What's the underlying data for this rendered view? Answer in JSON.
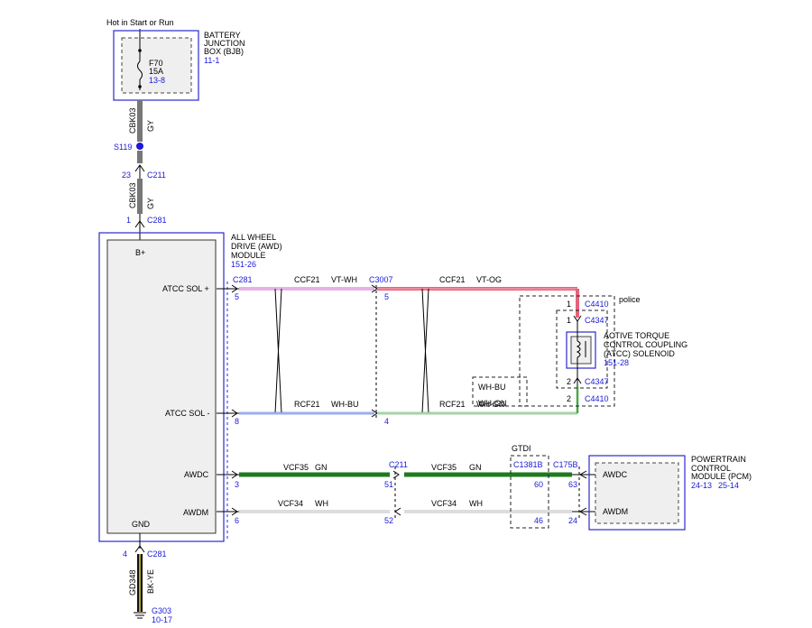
{
  "feed": {
    "label": "Hot in Start or Run"
  },
  "bjb": {
    "name_l1": "BATTERY",
    "name_l2": "JUNCTION",
    "name_l3": "BOX (BJB)",
    "ref": "11-1",
    "fuse": "F70",
    "amps": "15A",
    "fuse_ref": "13-8"
  },
  "feed_wire": {
    "circuit": "CBK03",
    "color": "GY"
  },
  "splice": {
    "id": "S119"
  },
  "c211_top": {
    "pin": "23",
    "id": "C211"
  },
  "c281_top": {
    "pin": "1",
    "id": "C281"
  },
  "awd": {
    "l1": "ALL WHEEL",
    "l2": "DRIVE (AWD)",
    "l3": "MODULE",
    "ref": "151-26",
    "bplus": "B+",
    "sol_pos": "ATCC SOL +",
    "sol_neg": "ATCC SOL -",
    "awdc": "AWDC",
    "awdm": "AWDM",
    "gnd": "GND"
  },
  "c281": {
    "id": "C281",
    "pin_sol_pos": "5",
    "pin_sol_neg": "8",
    "pin_awdc": "3",
    "pin_awdm": "6"
  },
  "c3007": {
    "id": "C3007",
    "pin_pos": "5",
    "pin_neg": "4"
  },
  "w1": {
    "circuit": "CCF21",
    "color": "VT-WH"
  },
  "w2": {
    "circuit": "CCF21",
    "color": "VT-OG"
  },
  "w3": {
    "circuit": "RCF21",
    "color": "WH-BU"
  },
  "w4": {
    "circuit": "RCF21",
    "color": "WH-GN"
  },
  "w5": {
    "circuit": "VCF35",
    "color": "GN"
  },
  "w6": {
    "circuit": "VCF35",
    "color": "GN"
  },
  "w7": {
    "circuit": "VCF34",
    "color": "WH"
  },
  "w8": {
    "circuit": "VCF34",
    "color": "WH"
  },
  "c4410": {
    "id": "C4410",
    "pin1": "1",
    "pin2": "2",
    "note": "police"
  },
  "c4347": {
    "id": "C4347",
    "pin1": "1",
    "pin2": "2"
  },
  "atcc": {
    "l1": "ACTIVE TORQUE",
    "l2": "CONTROL COUPLING",
    "l3": "(ATCC) SOLENOID",
    "ref": "151-28"
  },
  "alt": {
    "wh_bu": "WH-BU",
    "wh_gn": "WH-GN"
  },
  "c211": {
    "id": "C211",
    "pin_awdc": "51",
    "pin_awdm": "52"
  },
  "gtdi": {
    "label": "GTDI",
    "conn": "C1381B",
    "pin_awdc": "60",
    "pin_awdm": "46"
  },
  "c175b": {
    "id": "C175B",
    "pin_awdc": "63",
    "pin_awdm": "24"
  },
  "pcm": {
    "l1": "POWERTRAIN",
    "l2": "CONTROL",
    "l3": "MODULE (PCM)",
    "ref1": "24-13",
    "ref2": "25-14",
    "awdc": "AWDC",
    "awdm": "AWDM"
  },
  "ground": {
    "pin": "4",
    "conn": "C281",
    "circuit": "GD348",
    "color": "BK-YE",
    "id": "G303",
    "ref": "10-17"
  }
}
